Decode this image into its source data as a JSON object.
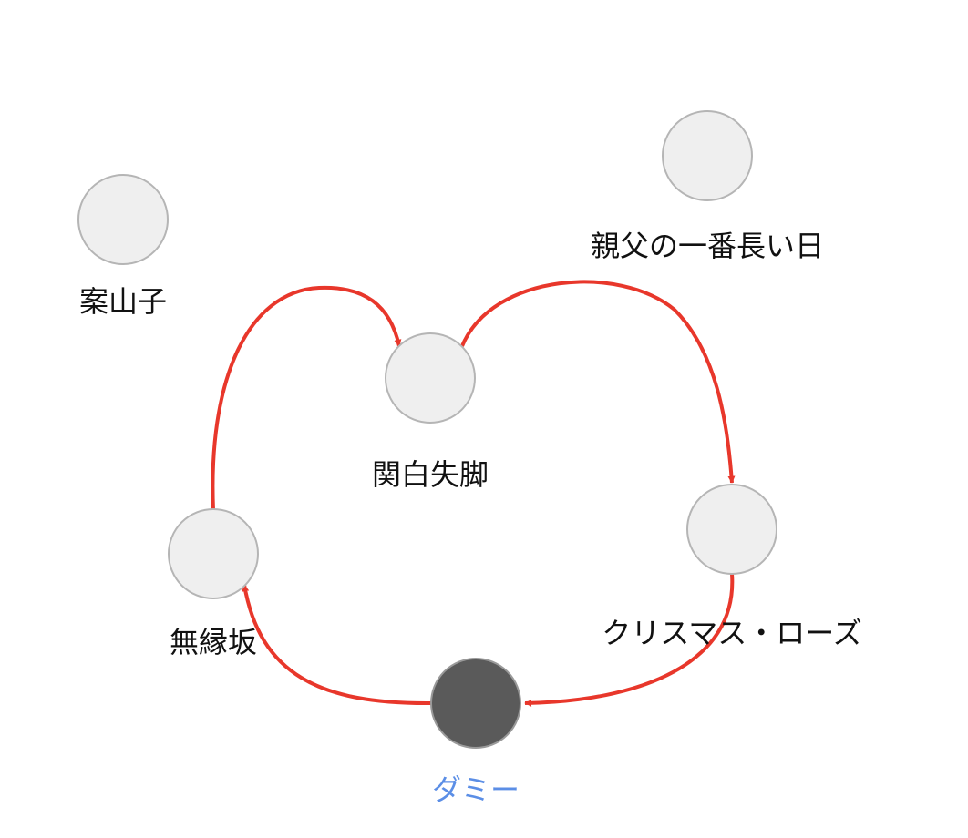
{
  "colors": {
    "edge": "#e8372b",
    "node_fill": "#efefef",
    "node_stroke": "#b5b5b5",
    "selected_node_fill": "#5a5a5a",
    "selected_label": "#5b8ee6",
    "label": "#111111"
  },
  "nodes": [
    {
      "id": "kakashi",
      "label": "案山子"
    },
    {
      "id": "oyaji",
      "label": "親父の一番長い日"
    },
    {
      "id": "kanpaku",
      "label": "関白失脚"
    },
    {
      "id": "christmas",
      "label": "クリスマス・ローズ"
    },
    {
      "id": "muenzaka",
      "label": "無縁坂"
    },
    {
      "id": "dummy",
      "label": "ダミー",
      "selected": true
    }
  ],
  "edges": [
    {
      "from": "muenzaka",
      "to": "kanpaku"
    },
    {
      "from": "kanpaku",
      "to": "christmas"
    },
    {
      "from": "christmas",
      "to": "dummy"
    },
    {
      "from": "dummy",
      "to": "muenzaka"
    }
  ]
}
